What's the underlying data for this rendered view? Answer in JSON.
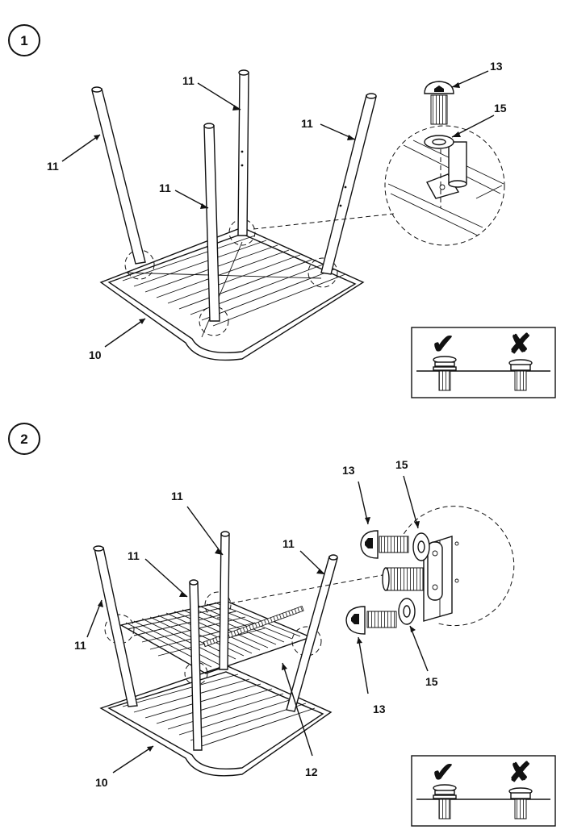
{
  "steps": [
    {
      "number": "1",
      "labels": {
        "leg_a": "11",
        "leg_b": "11",
        "leg_c": "11",
        "leg_d": "11",
        "frame": "10",
        "bolt": "13",
        "washer": "15"
      }
    },
    {
      "number": "2",
      "labels": {
        "leg_a": "11",
        "leg_b": "11",
        "leg_c": "11",
        "leg_d": "11",
        "frame": "10",
        "shelf": "12",
        "bolt_top": "13",
        "washer_top": "15",
        "bolt_bottom": "13",
        "washer_bottom": "15"
      }
    }
  ],
  "check_panel": {
    "correct_symbol": "✔",
    "wrong_symbol": "✘"
  },
  "colors": {
    "ink": "#111111",
    "background": "#ffffff"
  }
}
